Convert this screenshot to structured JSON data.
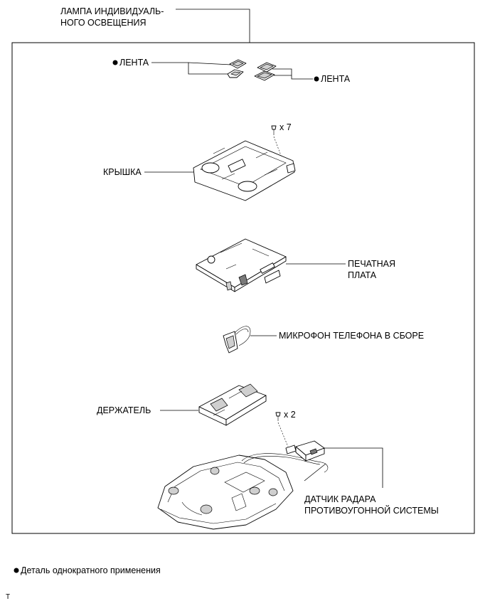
{
  "assembly": {
    "title_line1": "ЛАМПА ИНДИВИДУАЛЬ-",
    "title_line2": "НОГО ОСВЕЩЕНИЯ"
  },
  "labels": {
    "tape_left": "ЛЕНТА",
    "tape_right": "ЛЕНТА",
    "cover": "КРЫШКА",
    "cover_screw_qty": "x 7",
    "pcb_line1": "ПЕЧАТНАЯ",
    "pcb_line2": "ПЛАТА",
    "microphone": "МИКРОФОН ТЕЛЕФОНА В СБОРЕ",
    "holder": "ДЕРЖАТЕЛЬ",
    "radar_screw_qty": "x 2",
    "radar_line1": "ДАТЧИК РАДАРА",
    "radar_line2": "ПРОТИВОУГОННОЙ СИСТЕМЫ"
  },
  "legend": {
    "text": "Деталь однократного применения"
  },
  "footer": {
    "mark": "T"
  }
}
